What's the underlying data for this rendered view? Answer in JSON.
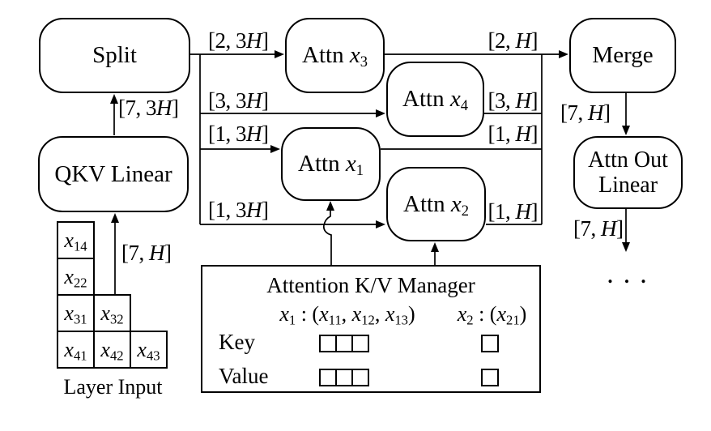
{
  "nodes": {
    "split": "Split",
    "qkv_linear": "QKV Linear",
    "attn_x3": "Attn x_{3}",
    "attn_x4": "Attn x_{4}",
    "attn_x1": "Attn x_{1}",
    "attn_x2": "Attn x_{2}",
    "merge": "Merge",
    "attn_out_linear": "Attn Out Linear"
  },
  "edge_labels": {
    "qkv_to_split": "[7, 3H]",
    "input_to_qkv": "[7, H]",
    "split_to_x3": "[2, 3H]",
    "split_to_x4": "[3, 3H]",
    "split_to_x1": "[1, 3H]",
    "split_to_x2": "[1, 3H]",
    "x3_out": "[2, H]",
    "x4_out": "[3, H]",
    "x1_out": "[1, H]",
    "x2_out": "[1, H]",
    "merge_out": "[7, H]",
    "final_out": "[7, H]"
  },
  "kv_manager": {
    "title": "Attention K/V Manager",
    "entry_x1": "x_{1} : (x_{11}, x_{12}, x_{13})",
    "entry_x2": "x_{2} : (x_{21})",
    "row_key": "Key",
    "row_value": "Value",
    "x1_slots": 3,
    "x2_slots": 1
  },
  "layer_input": {
    "caption": "Layer Input",
    "cells": [
      "x_{14}",
      "x_{22}",
      "x_{31}",
      "x_{32}",
      "x_{41}",
      "x_{42}",
      "x_{43}"
    ]
  },
  "ellipsis": ". . .",
  "colors": {
    "line": "#000000",
    "background": "#ffffff"
  }
}
